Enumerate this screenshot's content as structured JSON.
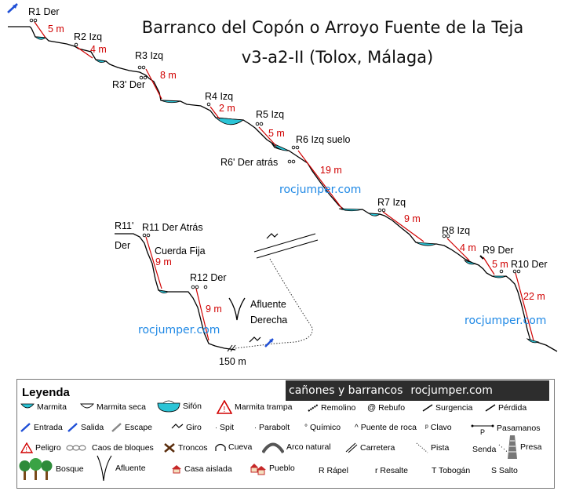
{
  "title": {
    "line1": "Barranco del Copón o Arroyo Fuente de la Teja",
    "line2": "v3-a2-II (Tolox, Málaga)"
  },
  "watermark": "rocjumper.com",
  "anchors": {
    "r1": "R1 Der",
    "r2": "R2 Izq",
    "r3": "R3 Izq",
    "r3p": "R3' Der",
    "r4": "R4 Izq",
    "r5": "R5 Izq",
    "r6": "R6 Izq suelo",
    "r6p": "R6' Der atrás",
    "r7": "R7 Izq",
    "r8": "R8 Izq",
    "r9": "R9 Der",
    "r10": "R10 Der",
    "r11p_a": "R11'",
    "r11p_b": "Der",
    "r11": "R11 Der Atrás",
    "cuerda": "Cuerda Fija",
    "r12": "R12 Der"
  },
  "lengths": {
    "r1": "5 m",
    "r2": "4 m",
    "r3": "8 m",
    "r4": "2 m",
    "r5": "5 m",
    "r6": "19 m",
    "r7": "9 m",
    "r8": "4 m",
    "r9": "5 m",
    "r10": "22 m",
    "r11": "9 m",
    "r12": "9 m"
  },
  "tributary": {
    "line1": "Afluente",
    "line2": "Derecha"
  },
  "distance": "150 m",
  "legend": {
    "title": "Leyenda",
    "banner_text": "cañones y barrancos",
    "banner_site": "rocjumper.com",
    "items": {
      "marmita": "Marmita",
      "marmita_seca": "Marmita seca",
      "sifon": "Sifón",
      "marmita_trampa": "Marmita trampa",
      "remolino": "Remolino",
      "rebufo": "Rebufo",
      "surgencia": "Surgencia",
      "perdida": "Pérdida",
      "entrada": "Entrada",
      "salida": "Salida",
      "escape": "Escape",
      "giro": "Giro",
      "spit": "Spit",
      "parabolt": "Parabolt",
      "quimico": "Químico",
      "puente_roca": "Puente de roca",
      "clavo": "Clavo",
      "pasamanos": "Pasamanos",
      "pasamanos_p": "P",
      "peligro": "Peligro",
      "caos": "Caos de bloques",
      "troncos": "Troncos",
      "cueva": "Cueva",
      "arco": "Arco natural",
      "carretera": "Carretera",
      "pista": "Pista",
      "senda": "Senda",
      "presa": "Presa",
      "bosque": "Bosque",
      "afluente": "Afluente",
      "casa": "Casa aislada",
      "pueblo": "Pueblo",
      "rapel": "R Rápel",
      "resalte": "r Resalte",
      "tobogan": "T Tobogán",
      "salto": "S Salto"
    }
  },
  "colors": {
    "water": "#2bc4d6",
    "rope": "#d00000",
    "watermark": "#1e88e5",
    "entry_arrow": "#1f4fd6",
    "danger": "#d00000"
  }
}
